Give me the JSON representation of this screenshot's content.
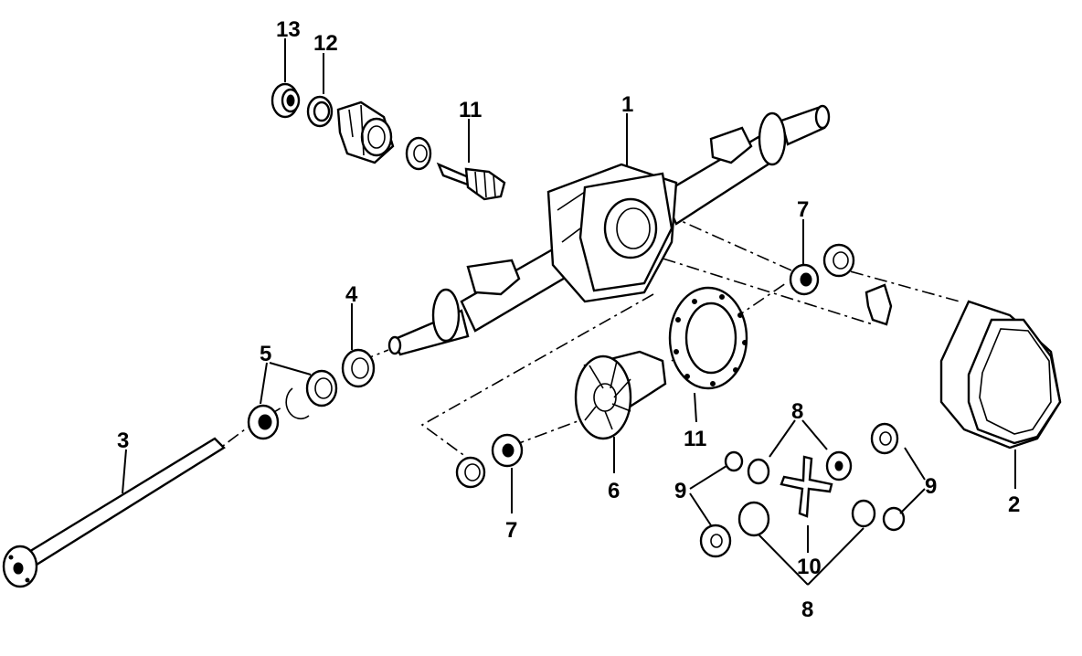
{
  "callouts": [
    {
      "id": "c13",
      "text": "13"
    },
    {
      "id": "c12",
      "text": "12"
    },
    {
      "id": "c11a",
      "text": "11"
    },
    {
      "id": "c1",
      "text": "1"
    },
    {
      "id": "c7a",
      "text": "7"
    },
    {
      "id": "c4",
      "text": "4"
    },
    {
      "id": "c5",
      "text": "5"
    },
    {
      "id": "c3",
      "text": "3"
    },
    {
      "id": "c11b",
      "text": "11"
    },
    {
      "id": "c8a",
      "text": "8"
    },
    {
      "id": "c9a",
      "text": "9"
    },
    {
      "id": "c9b",
      "text": "9"
    },
    {
      "id": "c6",
      "text": "6"
    },
    {
      "id": "c7b",
      "text": "7"
    },
    {
      "id": "c10",
      "text": "10"
    },
    {
      "id": "c8b",
      "text": "8"
    },
    {
      "id": "c2",
      "text": "2"
    }
  ]
}
